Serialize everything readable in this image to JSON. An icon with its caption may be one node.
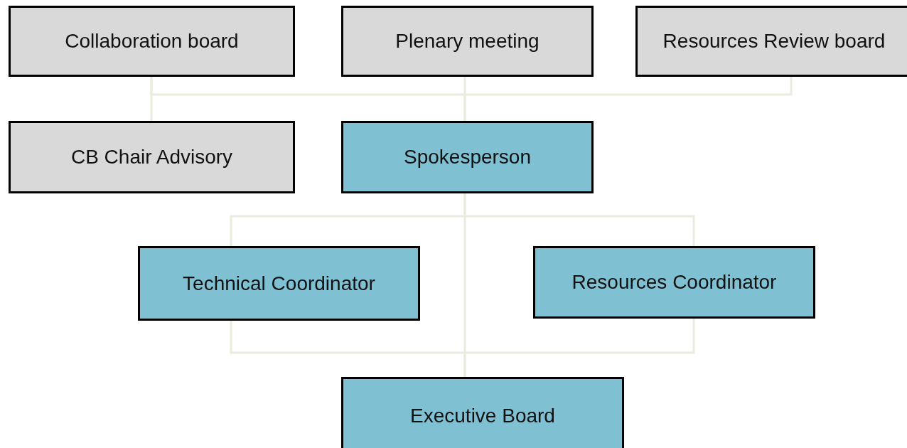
{
  "diagram": {
    "nodes": [
      {
        "text": [
          "Collaboration board"
        ]
      },
      {
        "text": [
          "Plenary meeting"
        ]
      },
      {
        "text": [
          "Resources Review board"
        ]
      },
      {
        "text": [
          "CB Chair Advisory"
        ]
      },
      {
        "text": [
          "Spokesperson"
        ]
      },
      {
        "text": [
          "Technical Coordinator"
        ]
      },
      {
        "text": [
          "Resources Coordinator"
        ]
      },
      {
        "text": [
          "Executive Board"
        ]
      }
    ],
    "edges": [
      {
        "from": 0,
        "to": 3,
        "arrow": "none"
      },
      {
        "from": 0,
        "to": 4,
        "arrow": "none"
      },
      {
        "from": 1,
        "to": 4,
        "arrow": "none"
      },
      {
        "from": 2,
        "to": 4,
        "arrow": "none"
      },
      {
        "from": 4,
        "to": 5,
        "arrow": "none"
      },
      {
        "from": 4,
        "to": 6,
        "arrow": "none"
      },
      {
        "from": 4,
        "to": 7,
        "arrow": "none"
      },
      {
        "from": 5,
        "to": 7,
        "arrow": "none"
      },
      {
        "from": 6,
        "to": 7,
        "arrow": "none"
      }
    ]
  }
}
